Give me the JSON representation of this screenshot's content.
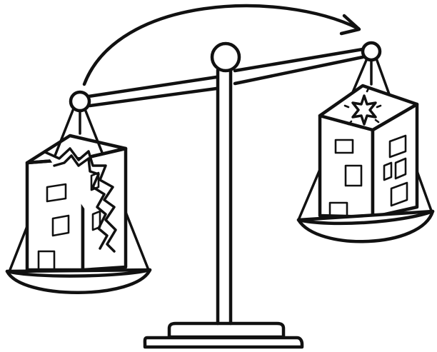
{
  "illustration": {
    "subject": "balance-scale",
    "ink_color": "#111111",
    "background_color": "#ffffff",
    "left_pan": {
      "position": "low",
      "contents": "cracked-building"
    },
    "right_pan": {
      "position": "high",
      "contents": "intact-building-with-sparkle"
    },
    "arrow": {
      "direction": "left-to-right",
      "shape": "curved"
    }
  }
}
